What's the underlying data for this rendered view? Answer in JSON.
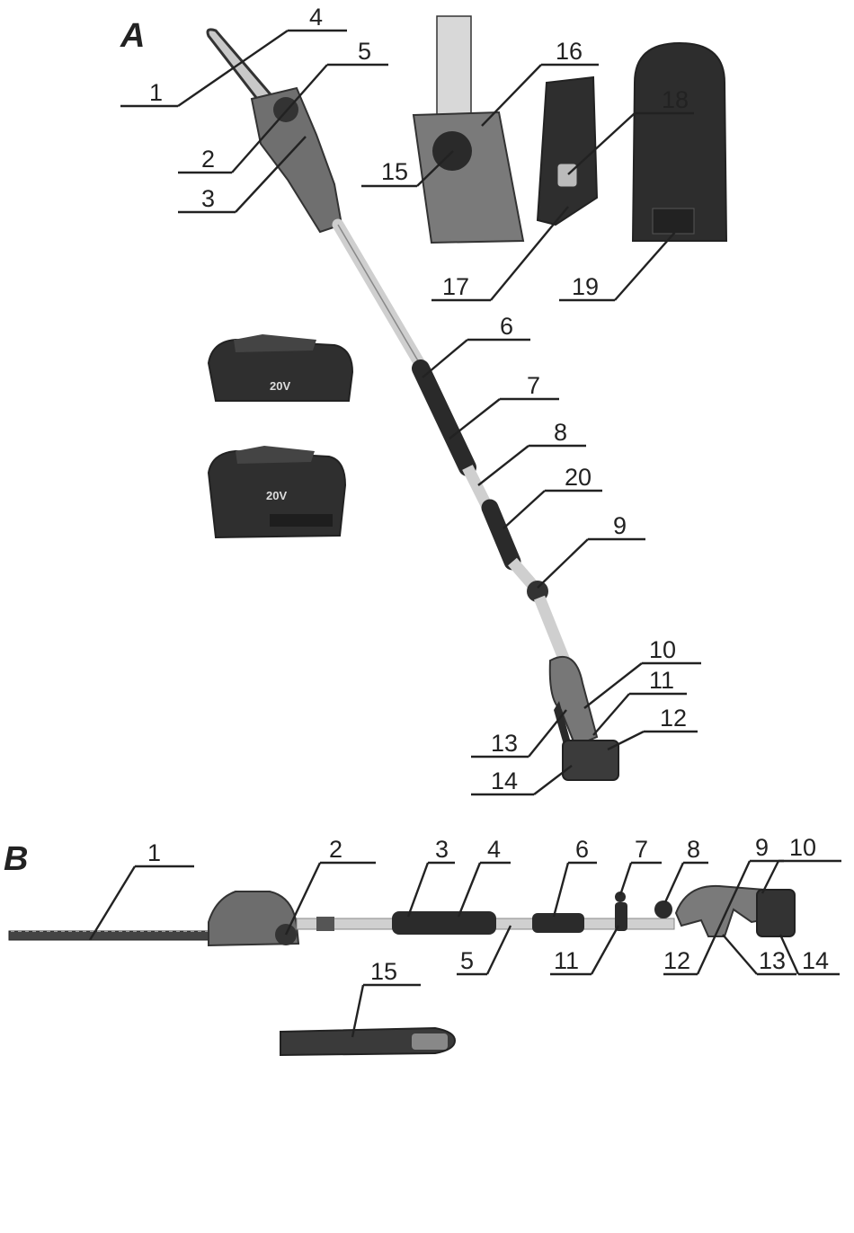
{
  "diagram": {
    "section_a": {
      "label": "A",
      "callouts": [
        "1",
        "2",
        "3",
        "4",
        "5",
        "6",
        "7",
        "8",
        "9",
        "10",
        "11",
        "12",
        "13",
        "14",
        "15",
        "16",
        "17",
        "18",
        "19",
        "20"
      ],
      "battery_labels": [
        "20V",
        "20V"
      ]
    },
    "section_b": {
      "label": "B",
      "callouts": [
        "1",
        "2",
        "3",
        "4",
        "5",
        "6",
        "7",
        "8",
        "9",
        "10",
        "11",
        "12",
        "13",
        "14",
        "15"
      ]
    }
  }
}
